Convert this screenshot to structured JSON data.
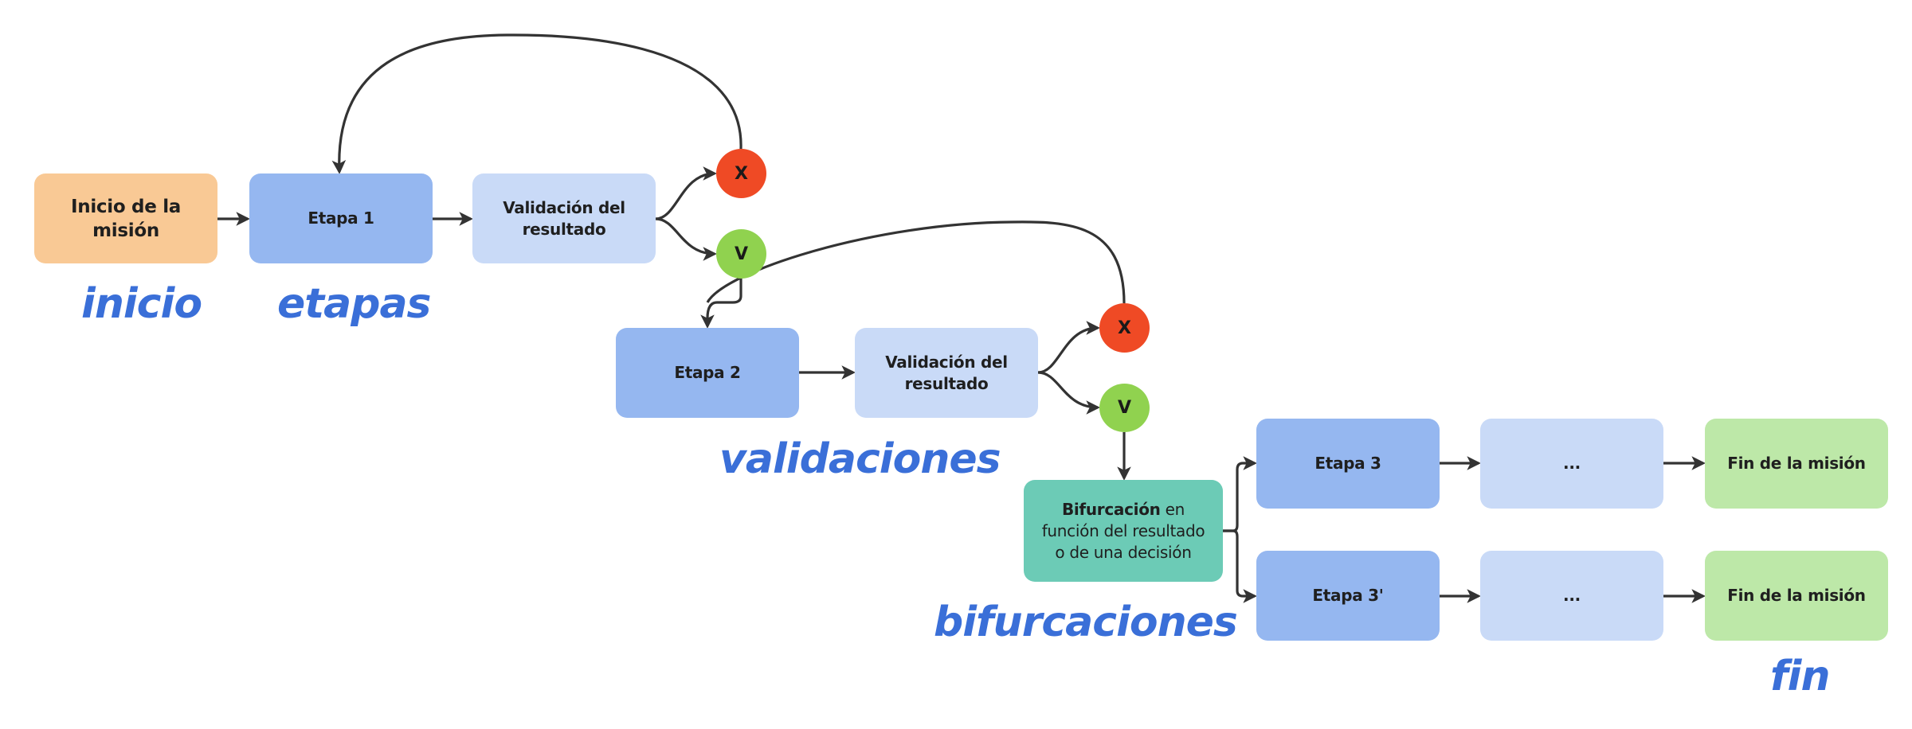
{
  "diagram": {
    "nodes": {
      "start": {
        "lines": [
          "Inicio de la",
          "misión"
        ]
      },
      "stage1": {
        "lines": [
          "Etapa 1"
        ]
      },
      "validation1": {
        "lines": [
          "Validación del",
          "resultado"
        ]
      },
      "fail1": {
        "text": "X"
      },
      "pass1": {
        "text": "V"
      },
      "stage2": {
        "lines": [
          "Etapa 2"
        ]
      },
      "validation2": {
        "lines": [
          "Validación del",
          "resultado"
        ]
      },
      "fail2": {
        "text": "X"
      },
      "pass2": {
        "text": "V"
      },
      "fork": {
        "bold": "Bifurcación",
        "rest_line1": " en",
        "line2": "función del resultado",
        "line3": "o de una decisión"
      },
      "stage3": {
        "lines": [
          "Etapa 3"
        ]
      },
      "stage3b": {
        "lines": [
          "Etapa 3'"
        ]
      },
      "ellipsis_a": {
        "lines": [
          "..."
        ]
      },
      "ellipsis_b": {
        "lines": [
          "..."
        ]
      },
      "end_a": {
        "lines": [
          "Fin de la misión"
        ]
      },
      "end_b": {
        "lines": [
          "Fin de la misión"
        ]
      }
    },
    "labels": {
      "inicio": "inicio",
      "etapas": "etapas",
      "validaciones": "validaciones",
      "bifurcaciones": "bifurcaciones",
      "fin": "fin"
    },
    "edges": [
      {
        "from": "start",
        "to": "stage1"
      },
      {
        "from": "stage1",
        "to": "validation1"
      },
      {
        "from": "validation1",
        "to": "fail1"
      },
      {
        "from": "validation1",
        "to": "pass1"
      },
      {
        "from": "fail1",
        "to": "stage1"
      },
      {
        "from": "pass1",
        "to": "stage2"
      },
      {
        "from": "stage2",
        "to": "validation2"
      },
      {
        "from": "validation2",
        "to": "fail2"
      },
      {
        "from": "validation2",
        "to": "pass2"
      },
      {
        "from": "fail2",
        "to": "stage2"
      },
      {
        "from": "pass2",
        "to": "fork"
      },
      {
        "from": "fork",
        "to": "stage3"
      },
      {
        "from": "fork",
        "to": "stage3b"
      },
      {
        "from": "stage3",
        "to": "ellipsis_a"
      },
      {
        "from": "ellipsis_a",
        "to": "end_a"
      },
      {
        "from": "stage3b",
        "to": "ellipsis_b"
      },
      {
        "from": "ellipsis_b",
        "to": "end_b"
      }
    ],
    "colors": {
      "start": "#f9c995",
      "stage": "#95b7f0",
      "validation": "#c9daf7",
      "fail": "#ef4a25",
      "pass": "#90d24f",
      "fork": "#6ccbb6",
      "end": "#bde8a8",
      "label": "#3a6fd8",
      "edge": "#333333"
    }
  }
}
